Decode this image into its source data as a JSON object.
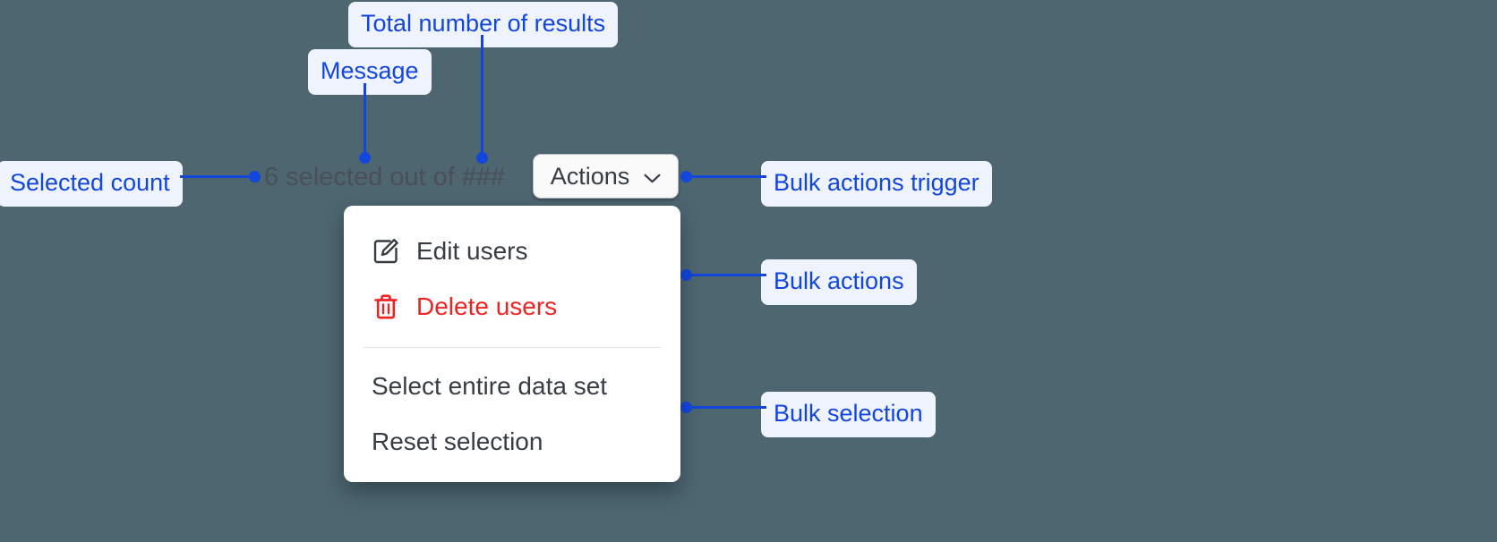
{
  "background_color": "#4d6670",
  "accent_color": "#1246dc",
  "pill_background": "#eef3fe",
  "danger_color": "#f02323",
  "toolbar": {
    "selected_message": "6 selected out of ###",
    "selected_count": "6",
    "total_results_placeholder": "###",
    "actions_button_label": "Actions",
    "chevron_icon": "chevron-down-icon"
  },
  "menu": {
    "groups": [
      {
        "items": [
          {
            "label": "Edit users",
            "icon": "edit-pencil-icon",
            "danger": false
          },
          {
            "label": "Delete users",
            "icon": "trash-icon",
            "danger": true
          }
        ]
      },
      {
        "items": [
          {
            "label": "Select entire data set",
            "icon": "",
            "danger": false
          },
          {
            "label": "Reset selection",
            "icon": "",
            "danger": false
          }
        ]
      }
    ]
  },
  "annotations": [
    {
      "id": "total-number-of-results",
      "label": "Total number of results"
    },
    {
      "id": "message",
      "label": "Message"
    },
    {
      "id": "selected-count",
      "label": "Selected count"
    },
    {
      "id": "bulk-actions-trigger",
      "label": "Bulk actions trigger"
    },
    {
      "id": "bulk-actions",
      "label": "Bulk actions"
    },
    {
      "id": "bulk-selection",
      "label": "Bulk selection"
    }
  ]
}
